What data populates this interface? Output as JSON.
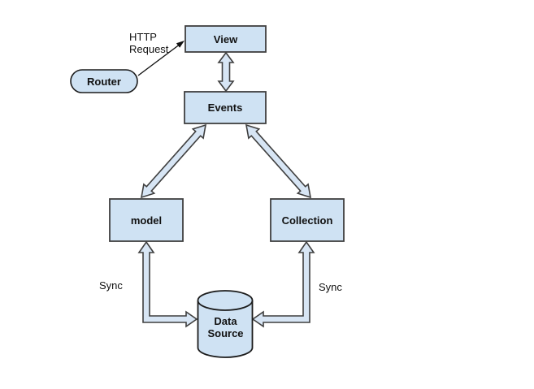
{
  "diagram": {
    "type": "architecture-flow",
    "nodes": {
      "view": {
        "label": "View",
        "shape": "rectangle"
      },
      "events": {
        "label": "Events",
        "shape": "rectangle"
      },
      "model": {
        "label": "model",
        "shape": "rectangle"
      },
      "collection": {
        "label": "Collection",
        "shape": "rectangle"
      },
      "router": {
        "label": "Router",
        "shape": "stadium"
      },
      "data_source": {
        "label": "Data\nSource",
        "shape": "cylinder"
      }
    },
    "edges": {
      "router_to_view": {
        "label": "HTTP\nRequest",
        "style": "thin-arrow"
      },
      "view_events": {
        "label": "",
        "style": "double-block-arrow"
      },
      "events_model": {
        "label": "",
        "style": "double-block-arrow"
      },
      "events_collection": {
        "label": "",
        "style": "double-block-arrow"
      },
      "model_data_source": {
        "label": "Sync",
        "style": "elbow-block-arrow"
      },
      "collection_data_source": {
        "label": "Sync",
        "style": "elbow-block-arrow"
      }
    },
    "colors": {
      "node_fill": "#cfe2f3",
      "arrow_fill": "#d7e5f4",
      "border": "#3f3f3f",
      "background": "#ffffff",
      "text": "#111111"
    }
  }
}
